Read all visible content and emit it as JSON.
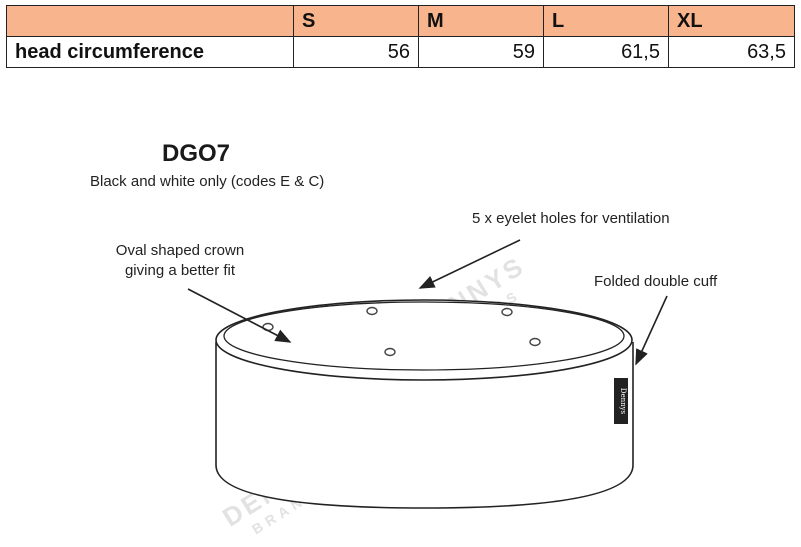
{
  "size_table": {
    "headers": [
      "",
      "S",
      "M",
      "L",
      "XL"
    ],
    "rows": [
      {
        "label": "head circumference",
        "values": [
          "56",
          "59",
          "61,5",
          "63,5"
        ]
      }
    ],
    "header_color": "#f8b48c"
  },
  "product": {
    "model": "DGO7",
    "subtitle": "Black and white only (codes E & C)",
    "callouts": {
      "eyelets": "5 x eyelet holes for ventilation",
      "crown_line1": "Oval shaped crown",
      "crown_line2": "giving a better fit",
      "cuff": "Folded  double cuff"
    },
    "watermark": {
      "brand": "DENNYS",
      "sub": "BRANDS"
    },
    "label_tag_icon": "denny-label-tag-icon"
  }
}
